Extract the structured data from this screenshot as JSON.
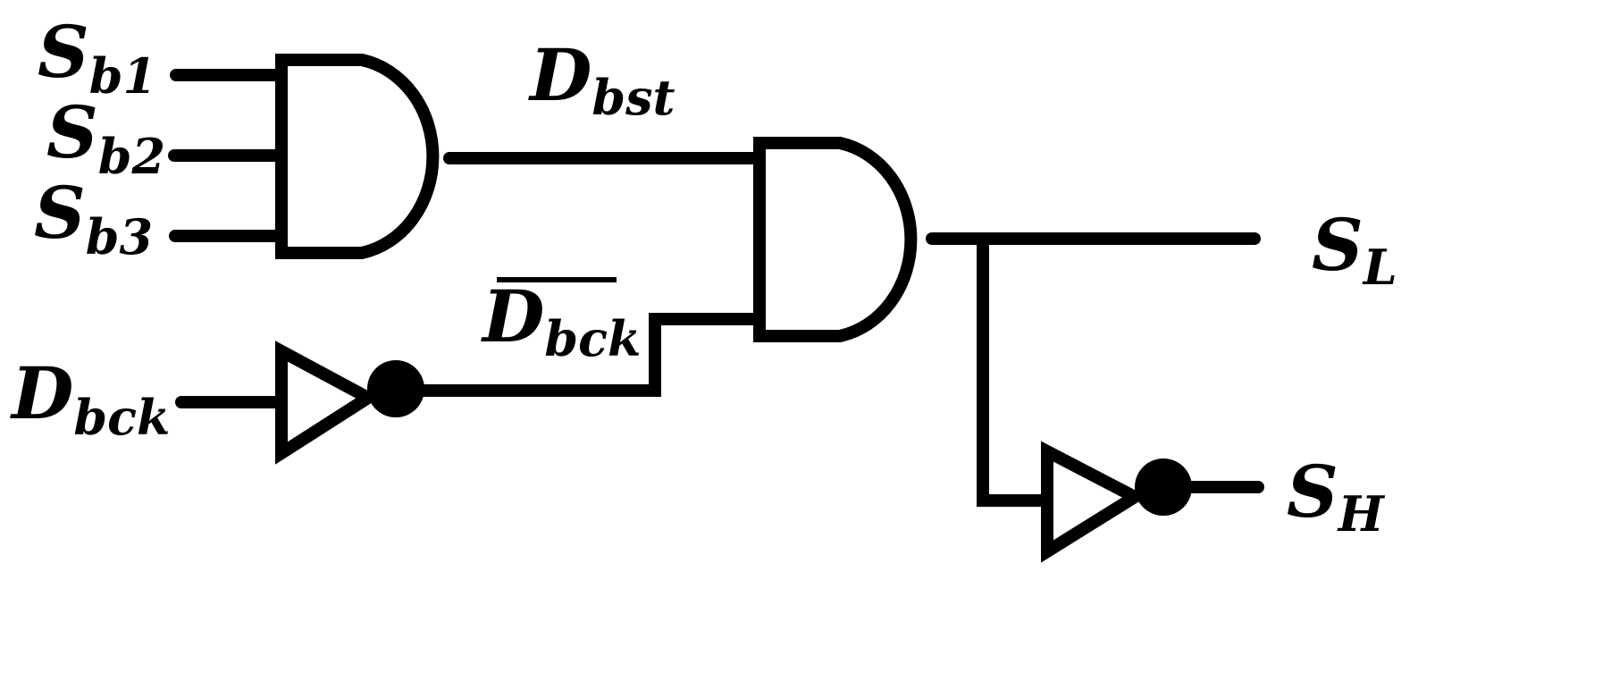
{
  "signals": {
    "sb1": {
      "main": "S",
      "sub": "b1"
    },
    "sb2": {
      "main": "S",
      "sub": "b2"
    },
    "sb3": {
      "main": "S",
      "sub": "b3"
    },
    "dbst": {
      "main": "D",
      "sub": "bst"
    },
    "dbck_bar": {
      "main": "D",
      "sub": "bck",
      "overline": true
    },
    "dbck": {
      "main": "D",
      "sub": "bck"
    },
    "sl": {
      "main": "S",
      "sub": "L"
    },
    "sh": {
      "main": "S",
      "sub": "H"
    }
  },
  "colors": {
    "ink": "#000000",
    "background": "#ffffff"
  }
}
